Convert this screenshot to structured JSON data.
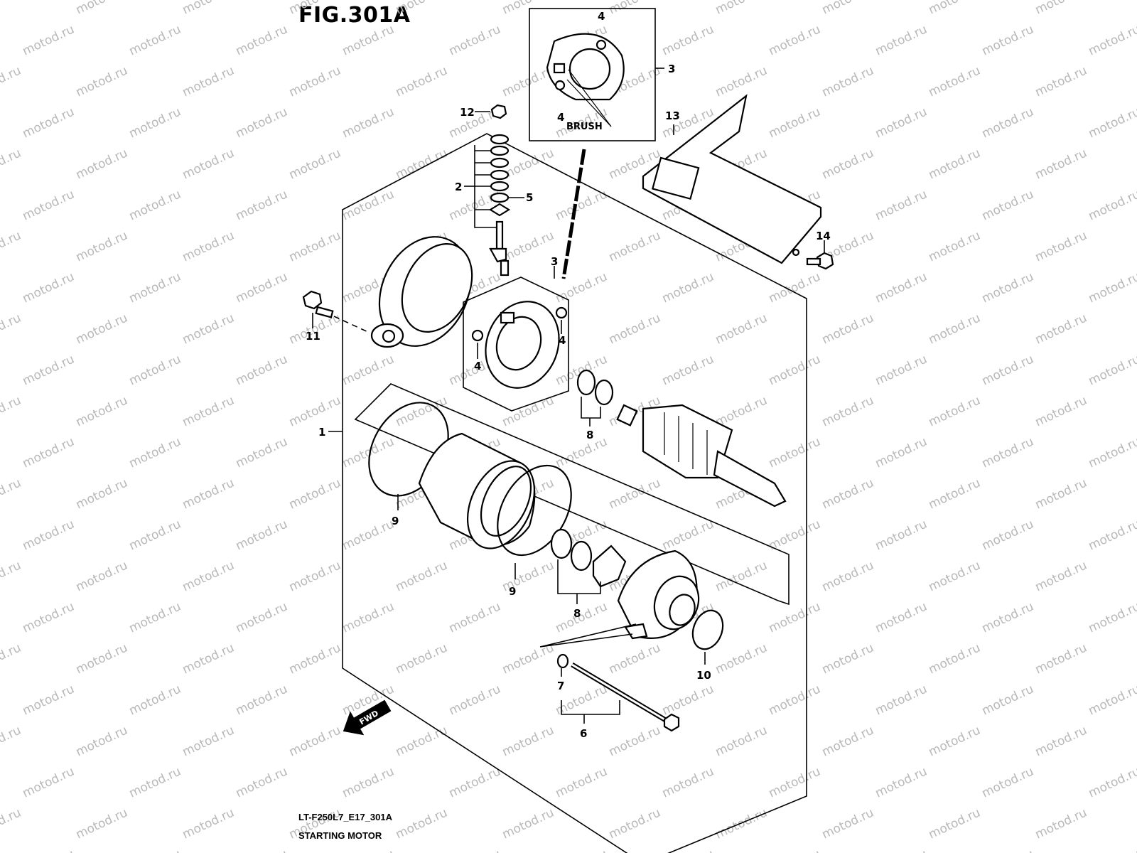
{
  "figure": {
    "title": "FIG.301A",
    "code": "LT-F250L7_E17_301A",
    "name": "STARTING MOTOR"
  },
  "labels": {
    "brush": "BRUSH",
    "fwd": "FWD"
  },
  "callouts": {
    "p1": "1",
    "p2": "2",
    "p3a": "3",
    "p3b": "3",
    "p4a": "4",
    "p4b": "4",
    "p4c": "4",
    "p4d": "4",
    "p5": "5",
    "p6": "6",
    "p7": "7",
    "p8a": "8",
    "p8b": "8",
    "p9a": "9",
    "p9b": "9",
    "p10": "10",
    "p11": "11",
    "p12": "12",
    "p13": "13",
    "p14": "14"
  },
  "watermark": "motod.ru"
}
